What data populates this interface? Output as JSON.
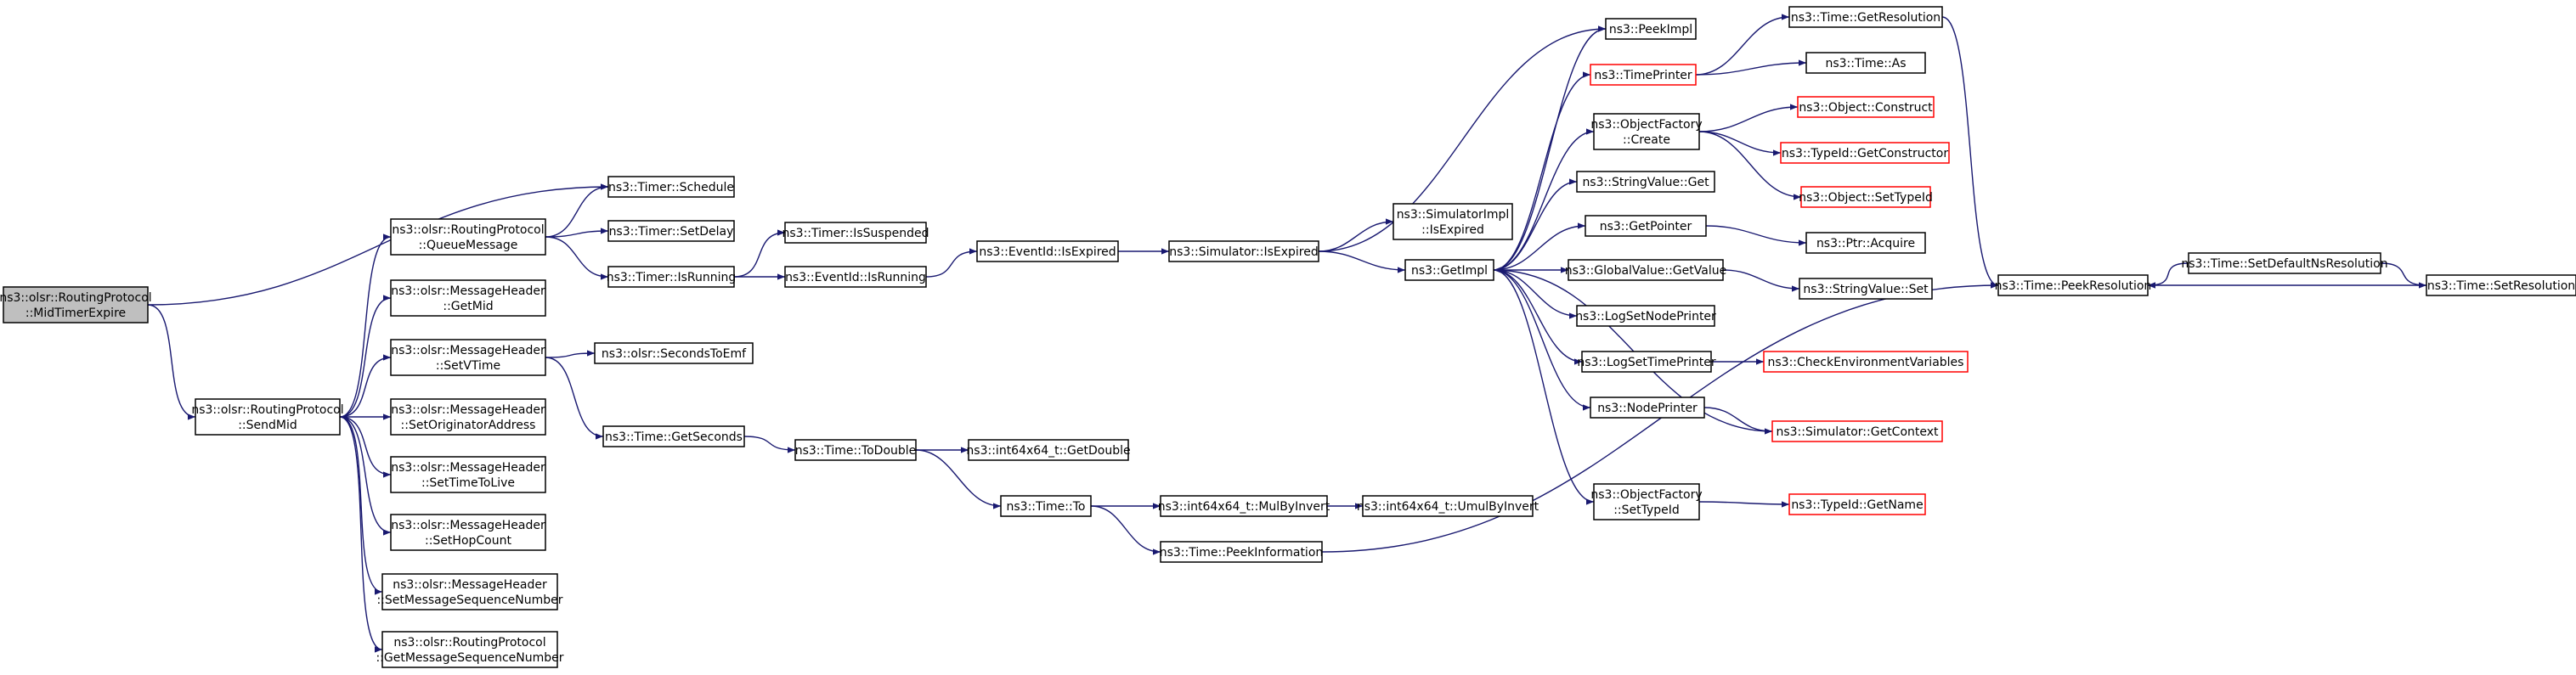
{
  "colors": {
    "edge": "#191970",
    "node_border": "#000000",
    "external_border": "#ff0000",
    "root_fill": "#bfbfbf"
  },
  "nodes": [
    {
      "id": "n0",
      "lines": [
        "ns3::olsr::RoutingProtocol",
        "::MidTimerExpire"
      ],
      "style": "root"
    },
    {
      "id": "n1",
      "lines": [
        "ns3::olsr::RoutingProtocol",
        "::SendMid"
      ],
      "style": "normal"
    },
    {
      "id": "n2",
      "lines": [
        "ns3::Timer::Schedule"
      ],
      "style": "normal"
    },
    {
      "id": "n3",
      "lines": [
        "ns3::olsr::RoutingProtocol",
        "::QueueMessage"
      ],
      "style": "normal"
    },
    {
      "id": "n4",
      "lines": [
        "ns3::olsr::MessageHeader",
        "::GetMid"
      ],
      "style": "normal"
    },
    {
      "id": "n5",
      "lines": [
        "ns3::olsr::MessageHeader",
        "::SetVTime"
      ],
      "style": "normal"
    },
    {
      "id": "n6",
      "lines": [
        "ns3::olsr::MessageHeader",
        "::SetOriginatorAddress"
      ],
      "style": "normal"
    },
    {
      "id": "n7",
      "lines": [
        "ns3::olsr::MessageHeader",
        "::SetTimeToLive"
      ],
      "style": "normal"
    },
    {
      "id": "n8",
      "lines": [
        "ns3::olsr::MessageHeader",
        "::SetHopCount"
      ],
      "style": "normal"
    },
    {
      "id": "n9",
      "lines": [
        "ns3::olsr::MessageHeader",
        "::SetMessageSequenceNumber"
      ],
      "style": "normal"
    },
    {
      "id": "n10",
      "lines": [
        "ns3::olsr::RoutingProtocol",
        "::GetMessageSequenceNumber"
      ],
      "style": "normal"
    },
    {
      "id": "n11",
      "lines": [
        "ns3::Timer::SetDelay"
      ],
      "style": "normal"
    },
    {
      "id": "n12",
      "lines": [
        "ns3::Timer::IsRunning"
      ],
      "style": "normal"
    },
    {
      "id": "n13",
      "lines": [
        "ns3::Timer::IsSuspended"
      ],
      "style": "normal"
    },
    {
      "id": "n14",
      "lines": [
        "ns3::EventId::IsRunning"
      ],
      "style": "normal"
    },
    {
      "id": "n15",
      "lines": [
        "ns3::EventId::IsExpired"
      ],
      "style": "normal"
    },
    {
      "id": "n16",
      "lines": [
        "ns3::Simulator::IsExpired"
      ],
      "style": "normal"
    },
    {
      "id": "n17",
      "lines": [
        "ns3::SimulatorImpl",
        "::IsExpired"
      ],
      "style": "normal"
    },
    {
      "id": "n18",
      "lines": [
        "ns3::GetImpl"
      ],
      "style": "normal"
    },
    {
      "id": "n19",
      "lines": [
        "ns3::olsr::SecondsToEmf"
      ],
      "style": "normal"
    },
    {
      "id": "n20",
      "lines": [
        "ns3::Time::GetSeconds"
      ],
      "style": "normal"
    },
    {
      "id": "n21",
      "lines": [
        "ns3::Time::ToDouble"
      ],
      "style": "normal"
    },
    {
      "id": "n22",
      "lines": [
        "ns3::int64x64_t::GetDouble"
      ],
      "style": "normal"
    },
    {
      "id": "n23",
      "lines": [
        "ns3::Time::To"
      ],
      "style": "normal"
    },
    {
      "id": "n24",
      "lines": [
        "ns3::int64x64_t::MulByInvert"
      ],
      "style": "normal"
    },
    {
      "id": "n25",
      "lines": [
        "ns3::int64x64_t::UmulByInvert"
      ],
      "style": "normal"
    },
    {
      "id": "n26",
      "lines": [
        "ns3::Time::PeekInformation"
      ],
      "style": "normal"
    },
    {
      "id": "n27",
      "lines": [
        "ns3::PeekImpl"
      ],
      "style": "normal"
    },
    {
      "id": "n28",
      "lines": [
        "ns3::TimePrinter"
      ],
      "style": "external"
    },
    {
      "id": "n29",
      "lines": [
        "ns3::ObjectFactory",
        "::Create"
      ],
      "style": "normal"
    },
    {
      "id": "n30",
      "lines": [
        "ns3::StringValue::Get"
      ],
      "style": "normal"
    },
    {
      "id": "n31",
      "lines": [
        "ns3::GetPointer"
      ],
      "style": "normal"
    },
    {
      "id": "n32",
      "lines": [
        "ns3::GlobalValue::GetValue"
      ],
      "style": "normal"
    },
    {
      "id": "n33",
      "lines": [
        "ns3::LogSetNodePrinter"
      ],
      "style": "normal"
    },
    {
      "id": "n34",
      "lines": [
        "ns3::LogSetTimePrinter"
      ],
      "style": "normal"
    },
    {
      "id": "n35",
      "lines": [
        "ns3::NodePrinter"
      ],
      "style": "normal"
    },
    {
      "id": "n36",
      "lines": [
        "ns3::ObjectFactory",
        "::SetTypeId"
      ],
      "style": "normal"
    },
    {
      "id": "n37",
      "lines": [
        "ns3::Time::GetResolution"
      ],
      "style": "normal"
    },
    {
      "id": "n38",
      "lines": [
        "ns3::Time::As"
      ],
      "style": "normal"
    },
    {
      "id": "n39",
      "lines": [
        "ns3::Object::Construct"
      ],
      "style": "external"
    },
    {
      "id": "n40",
      "lines": [
        "ns3::TypeId::GetConstructor"
      ],
      "style": "external"
    },
    {
      "id": "n41",
      "lines": [
        "ns3::Object::SetTypeId"
      ],
      "style": "external"
    },
    {
      "id": "n42",
      "lines": [
        "ns3::Ptr::Acquire"
      ],
      "style": "normal"
    },
    {
      "id": "n43",
      "lines": [
        "ns3::StringValue::Set"
      ],
      "style": "normal"
    },
    {
      "id": "n44",
      "lines": [
        "ns3::CheckEnvironmentVariables"
      ],
      "style": "external"
    },
    {
      "id": "n45",
      "lines": [
        "ns3::Simulator::GetContext"
      ],
      "style": "external"
    },
    {
      "id": "n46",
      "lines": [
        "ns3::TypeId::GetName"
      ],
      "style": "external"
    },
    {
      "id": "n47",
      "lines": [
        "ns3::Time::PeekResolution"
      ],
      "style": "normal"
    },
    {
      "id": "n48",
      "lines": [
        "ns3::Time::SetDefaultNsResolution"
      ],
      "style": "normal"
    },
    {
      "id": "n49",
      "lines": [
        "ns3::Time::SetResolution"
      ],
      "style": "normal"
    }
  ],
  "edges": [
    [
      "n0",
      "n2"
    ],
    [
      "n0",
      "n1"
    ],
    [
      "n1",
      "n3"
    ],
    [
      "n1",
      "n4"
    ],
    [
      "n1",
      "n5"
    ],
    [
      "n1",
      "n6"
    ],
    [
      "n1",
      "n7"
    ],
    [
      "n1",
      "n8"
    ],
    [
      "n1",
      "n9"
    ],
    [
      "n1",
      "n10"
    ],
    [
      "n3",
      "n2"
    ],
    [
      "n3",
      "n11"
    ],
    [
      "n3",
      "n12"
    ],
    [
      "n12",
      "n13"
    ],
    [
      "n12",
      "n14"
    ],
    [
      "n14",
      "n15"
    ],
    [
      "n15",
      "n16"
    ],
    [
      "n16",
      "n27"
    ],
    [
      "n16",
      "n17"
    ],
    [
      "n16",
      "n18"
    ],
    [
      "n5",
      "n19"
    ],
    [
      "n5",
      "n20"
    ],
    [
      "n20",
      "n21"
    ],
    [
      "n21",
      "n22"
    ],
    [
      "n21",
      "n23"
    ],
    [
      "n23",
      "n24"
    ],
    [
      "n24",
      "n25"
    ],
    [
      "n23",
      "n26"
    ],
    [
      "n26",
      "n47"
    ],
    [
      "n18",
      "n27"
    ],
    [
      "n18",
      "n28"
    ],
    [
      "n18",
      "n29"
    ],
    [
      "n18",
      "n30"
    ],
    [
      "n18",
      "n31"
    ],
    [
      "n18",
      "n32"
    ],
    [
      "n18",
      "n33"
    ],
    [
      "n18",
      "n34"
    ],
    [
      "n18",
      "n35"
    ],
    [
      "n18",
      "n36"
    ],
    [
      "n28",
      "n37"
    ],
    [
      "n28",
      "n38"
    ],
    [
      "n37",
      "n47"
    ],
    [
      "n29",
      "n39"
    ],
    [
      "n29",
      "n40"
    ],
    [
      "n29",
      "n41"
    ],
    [
      "n31",
      "n42"
    ],
    [
      "n32",
      "n43"
    ],
    [
      "n34",
      "n44"
    ],
    [
      "n35",
      "n45"
    ],
    [
      "n45",
      "n18"
    ],
    [
      "n36",
      "n46"
    ],
    [
      "n48",
      "n47"
    ],
    [
      "n48",
      "n49"
    ],
    [
      "n49",
      "n47"
    ]
  ]
}
